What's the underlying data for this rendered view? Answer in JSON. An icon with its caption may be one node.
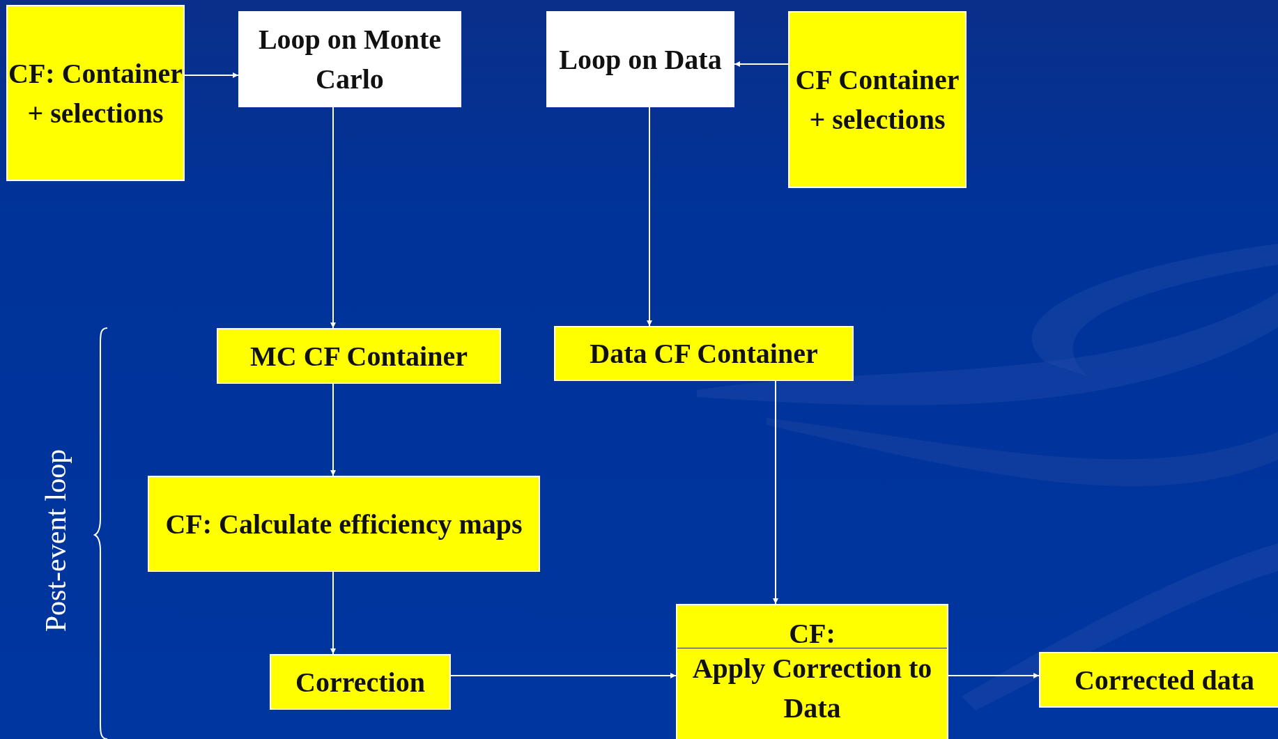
{
  "diagram": {
    "nodes": [
      {
        "text": [
          "CF: Container + selections"
        ]
      },
      {
        "text": [
          "Loop on Monte Carlo"
        ]
      },
      {
        "text": [
          "Loop on Data"
        ]
      },
      {
        "text": [
          "CF Container + selections"
        ]
      },
      {
        "text": [
          "MC CF Container"
        ]
      },
      {
        "text": [
          "Data CF Container"
        ]
      },
      {
        "text": [
          "CF: Calculate efficiency maps"
        ]
      },
      {
        "text": [
          "Correction"
        ]
      },
      {
        "text": [
          "CF:",
          "Apply Correction to Data"
        ]
      },
      {
        "text": [
          "Corrected data"
        ]
      }
    ],
    "edges": [
      {
        "from": 0,
        "to": 1,
        "arrow": "to"
      },
      {
        "from": 3,
        "to": 2,
        "arrow": "to"
      },
      {
        "from": 1,
        "to": 4,
        "arrow": "to"
      },
      {
        "from": 2,
        "to": 5,
        "arrow": "to"
      },
      {
        "from": 4,
        "to": 6,
        "arrow": "to"
      },
      {
        "from": 6,
        "to": 7,
        "arrow": "to"
      },
      {
        "from": 5,
        "to": 8,
        "arrow": "to"
      },
      {
        "from": 7,
        "to": 8,
        "arrow": "to"
      },
      {
        "from": 8,
        "to": 9,
        "arrow": "to"
      }
    ],
    "labels": [
      "Post-event loop"
    ]
  }
}
